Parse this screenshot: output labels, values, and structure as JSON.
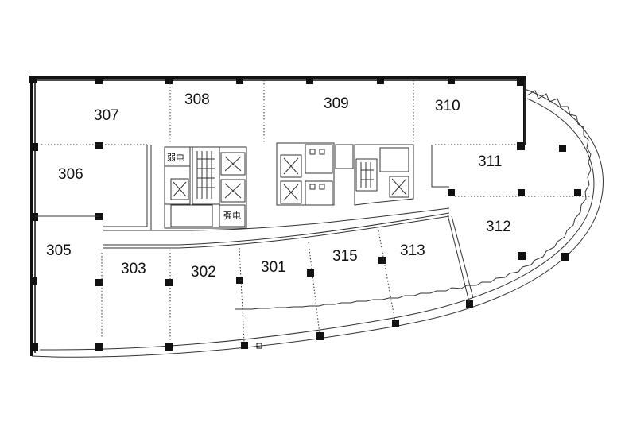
{
  "rooms": [
    {
      "id": "307",
      "label": "307"
    },
    {
      "id": "308",
      "label": "308"
    },
    {
      "id": "309",
      "label": "309"
    },
    {
      "id": "310",
      "label": "310"
    },
    {
      "id": "306",
      "label": "306"
    },
    {
      "id": "311",
      "label": "311"
    },
    {
      "id": "312",
      "label": "312"
    },
    {
      "id": "305",
      "label": "305"
    },
    {
      "id": "303",
      "label": "303"
    },
    {
      "id": "302",
      "label": "302"
    },
    {
      "id": "301",
      "label": "301"
    },
    {
      "id": "315",
      "label": "315"
    },
    {
      "id": "313",
      "label": "313"
    }
  ],
  "service": {
    "weak_electric": "弱电",
    "strong_electric": "强电"
  }
}
